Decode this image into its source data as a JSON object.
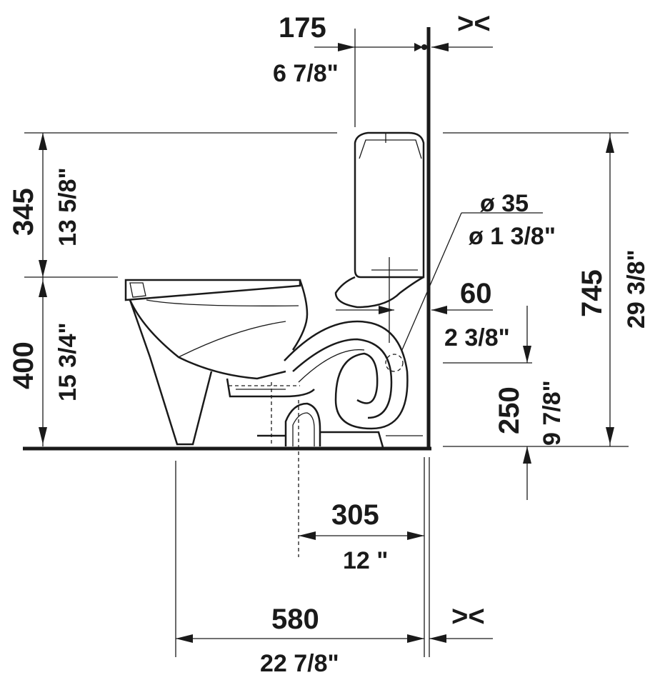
{
  "drawing": {
    "colors": {
      "ink": "#1a1a1a",
      "background": "#ffffff"
    },
    "dimensions": {
      "tank_offset": {
        "metric": "175",
        "imperial": "6 7/8\""
      },
      "tank_height": {
        "metric": "345",
        "imperial": "13 5/8\""
      },
      "bowl_height": {
        "metric": "400",
        "imperial": "15 3/4\""
      },
      "inlet_diameter": {
        "metric": "ø 35",
        "imperial": "ø 1 3/8\""
      },
      "inlet_offset": {
        "metric": "60",
        "imperial": "2 3/8\""
      },
      "total_height": {
        "metric": "745",
        "imperial": "29 3/8\""
      },
      "inlet_height": {
        "metric": "250",
        "imperial": "9 7/8\""
      },
      "rough_in": {
        "metric": "305",
        "imperial": "12 \""
      },
      "total_depth": {
        "metric": "580",
        "imperial": "22 7/8\""
      }
    },
    "markers": {
      "wall_top": "><",
      "wall_bottom": "><"
    }
  }
}
